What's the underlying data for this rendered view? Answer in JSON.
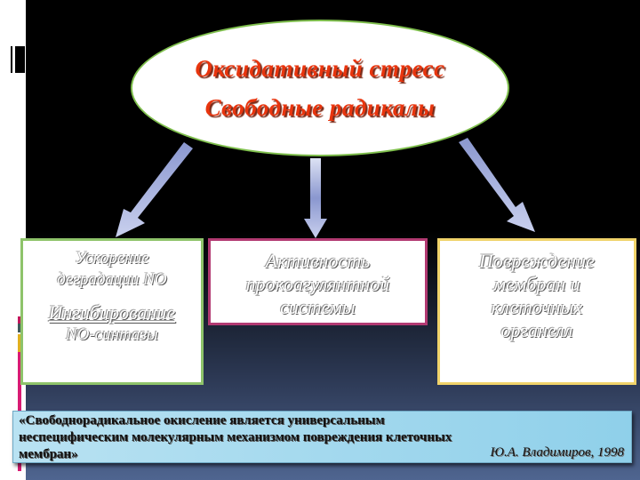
{
  "slide": {
    "background_top": "#000000",
    "background_bottom": "#4f6590"
  },
  "central_node": {
    "line1": "Оксидативный стресс",
    "line2": "Свободные  радикалы",
    "text_color": "#e8350e",
    "border_color": "#7fbf4d"
  },
  "boxes": [
    {
      "lines": [
        "Ускорение",
        "деградации NO"
      ],
      "secondary_lines": [
        "Ингибирование",
        "NO-синтазы"
      ],
      "border_color": "#8ec36a"
    },
    {
      "lines": [
        "Активность",
        "прокоагулянтной",
        "системы"
      ],
      "border_color": "#b23a72"
    },
    {
      "lines": [
        "Повреждение",
        "мембран и",
        "клеточных",
        "органелл"
      ],
      "border_color": "#f0d36a"
    }
  ],
  "quote": {
    "line1": "«Свободнорадикальное окисление является универсальным",
    "line2": "неспецифическим молекулярным механизмом повреждения клеточных",
    "line3": "мембран»",
    "author": "Ю.А. Владимиров, 1998",
    "background": "#a9dbef"
  },
  "arrows": {
    "color": "#9aa8d8",
    "directions": [
      "down-left",
      "down",
      "down-right"
    ]
  },
  "left_bars": [
    {
      "color": "#c2185b"
    },
    {
      "color": "#3e5a5a"
    },
    {
      "color": "#e0b020"
    },
    {
      "color": "#d81b73"
    }
  ]
}
